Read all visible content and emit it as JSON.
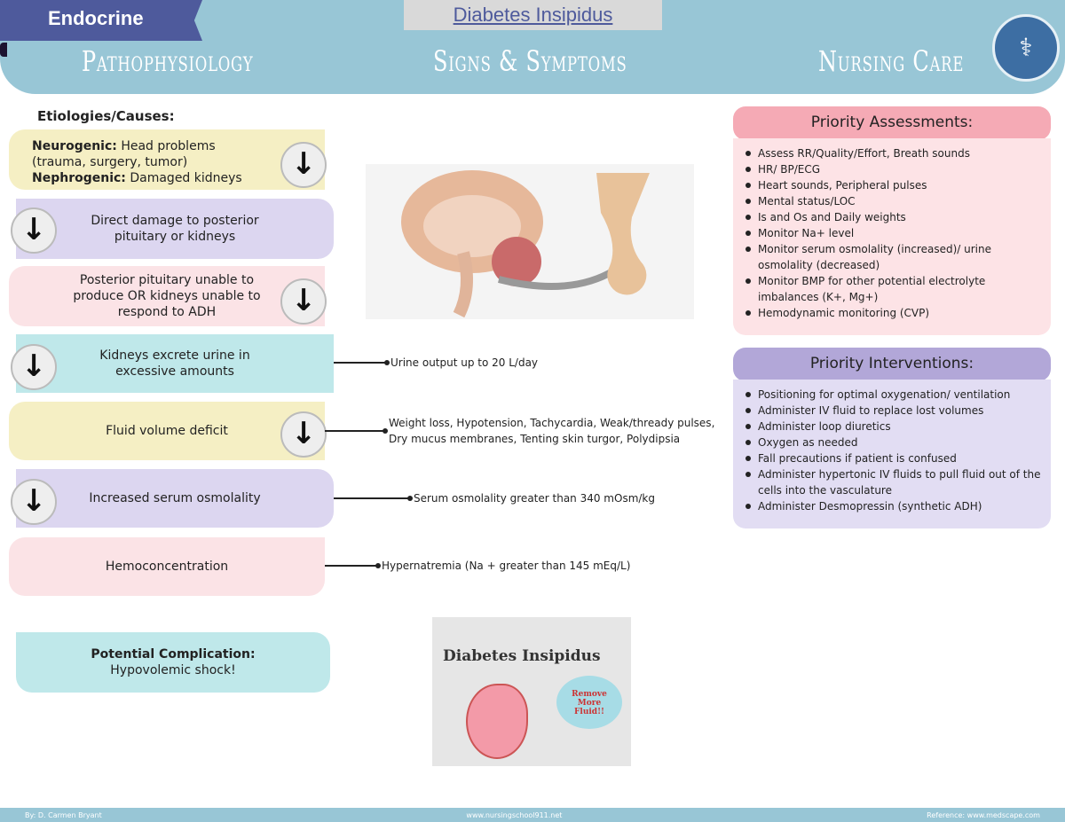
{
  "header": {
    "category": "Endocrine",
    "title": "Diabetes Insipidus",
    "sections": [
      "Pathophysiology",
      "Signs & Symptoms",
      "Nursing Care"
    ]
  },
  "patho": {
    "etiologies_label": "Etiologies/Causes:",
    "cause_neuro_label": "Neurogenic:",
    "cause_neuro_text": " Head problems (trauma, surgery, tumor)",
    "cause_nephro_label": "Nephrogenic:",
    "cause_nephro_text": " Damaged kidneys",
    "steps": [
      "Direct damage to posterior pituitary or kidneys",
      "Posterior pituitary unable to produce OR kidneys unable to respond to ADH",
      "Kidneys excrete urine in excessive amounts",
      "Fluid volume deficit",
      "Increased serum osmolality",
      "Hemoconcentration"
    ],
    "complication_label": "Potential Complication:",
    "complication_text": " Hypovolemic shock!"
  },
  "signs": [
    "Urine output up to 20 L/day",
    "Weight loss, Hypotension, Tachycardia, Weak/thready pulses, Dry mucus membranes, Tenting skin turgor, Polydipsia",
    "Serum osmolality greater than 340 mOsm/kg",
    "Hypernatremia (Na + greater than 145 mEq/L)"
  ],
  "cartoon": {
    "title": "Diabetes Insipidus",
    "bubble": "Remove More Fluid!!"
  },
  "assessments": {
    "title": "Priority Assessments:",
    "items": [
      "Assess RR/Quality/Effort, Breath sounds",
      "HR/ BP/ECG",
      "Heart sounds, Peripheral pulses",
      "Mental status/LOC",
      "Is and Os and Daily weights",
      "Monitor Na+ level",
      "Monitor serum osmolality (increased)/ urine osmolality (decreased)",
      "Monitor BMP for other potential electrolyte imbalances (K+, Mg+)",
      "Hemodynamic monitoring (CVP)"
    ]
  },
  "interventions": {
    "title": "Priority Interventions:",
    "items": [
      "Positioning for optimal oxygenation/ ventilation",
      "Administer IV fluid to replace lost volumes",
      "Administer loop diuretics",
      "Oxygen as needed",
      "Fall precautions if patient is confused",
      "Administer hypertonic IV fluids to pull fluid out of the cells into the vasculature",
      "Administer Desmopressin (synthetic ADH)"
    ]
  },
  "footer": {
    "author": "By: D. Carmen Bryant",
    "site": "www.nursingschool911.net",
    "reference": "Reference: www.medscape.com"
  },
  "colors": {
    "header": "#98c6d6",
    "yellow": "#f5efc4",
    "purple": "#dcd6f0",
    "pink": "#fbe3e6",
    "teal": "#bfe8ea",
    "indigo": "#4e5a9c"
  }
}
